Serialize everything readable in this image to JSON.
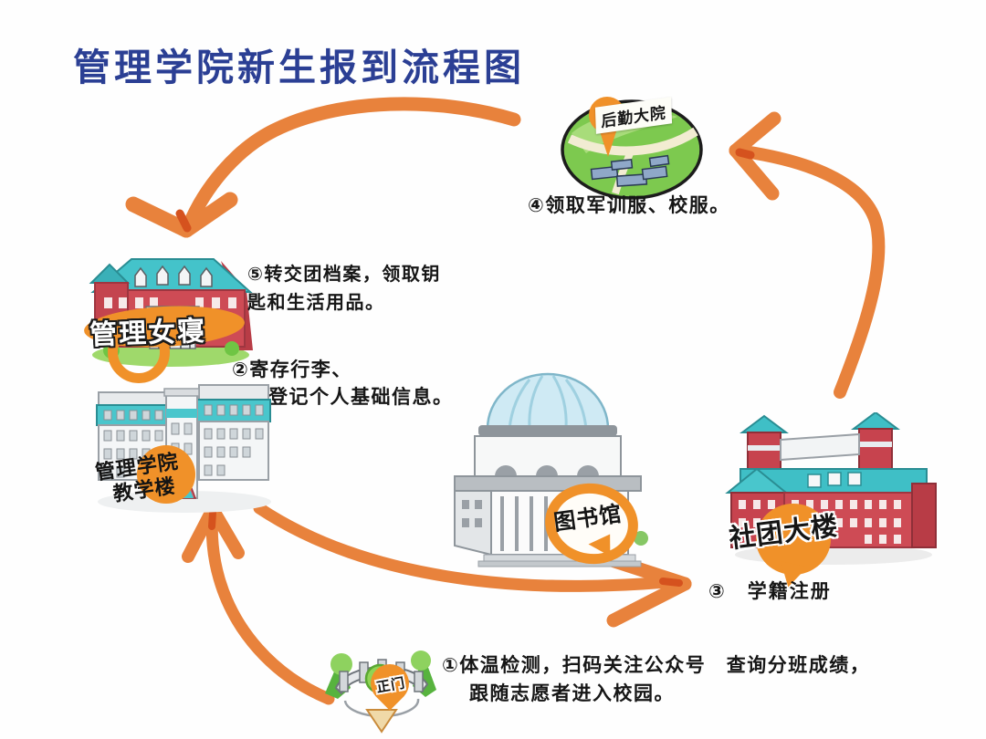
{
  "title": "管理学院新生报到流程图",
  "steps": {
    "step1": {
      "lines": [
        "①体温检测，扫码关注公众号　查询分班成绩，",
        "跟随志愿者进入校园。"
      ]
    },
    "step2": {
      "lines": [
        "②寄存行李、",
        "登记个人基础信息。"
      ]
    },
    "step3": {
      "text": "③　学籍注册"
    },
    "step4": {
      "text": "④领取军训服、校服。"
    },
    "step5": {
      "lines": [
        "⑤转交团档案，领取钥",
        "匙和生活用品。"
      ]
    }
  },
  "buildings": {
    "logistics": {
      "label": "后勤大院"
    },
    "dorm": {
      "label": "管理女寝"
    },
    "teaching": {
      "label_lines": [
        "管理学院",
        "教学楼"
      ]
    },
    "library": {
      "label": "图书馆"
    },
    "club": {
      "label": "社团大楼"
    },
    "gate": {
      "label": "正门"
    }
  },
  "colors": {
    "title_blue": "#2b3f94",
    "arrow_orange": "#e8823c",
    "arrow_accent": "#d5521e",
    "badge_orange": "#f09129",
    "building_red": "#ce4b55",
    "roof_teal": "#44c3ca"
  }
}
